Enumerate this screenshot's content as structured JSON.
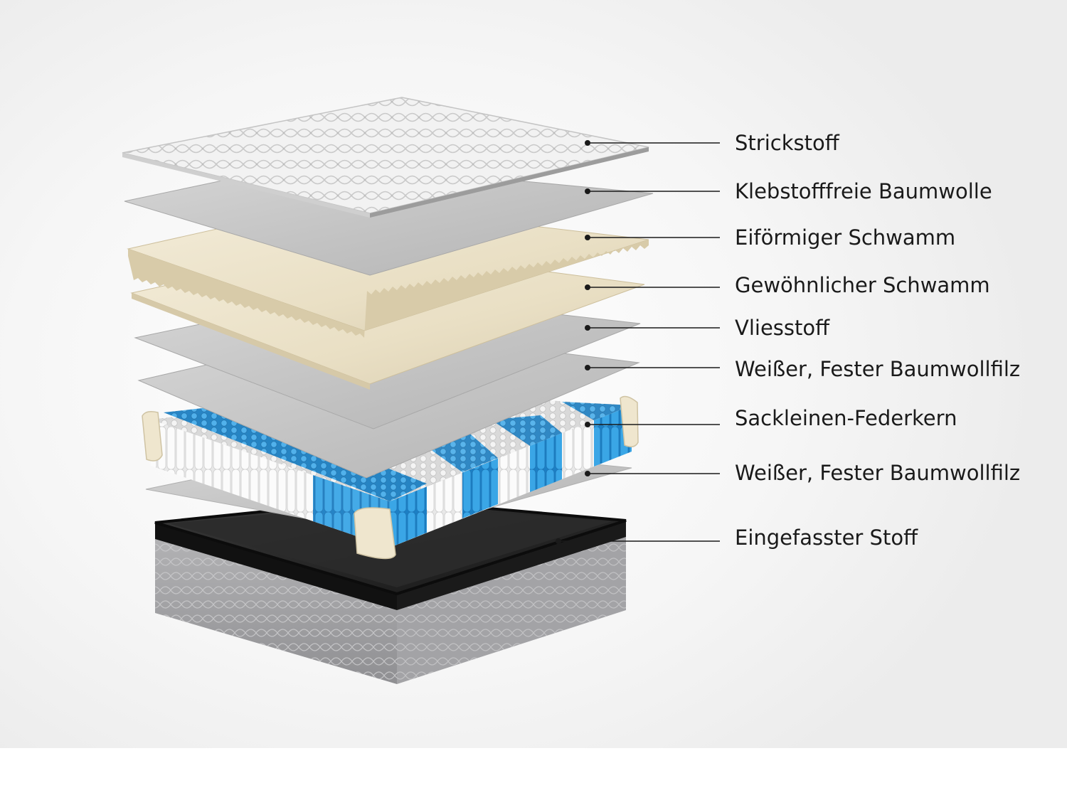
{
  "title": "",
  "layers": [
    {
      "name": "Strickstoff"
    },
    {
      "name": "Klebstofffreie Baumwolle"
    },
    {
      "name": "Eiförmiger Schwamm"
    },
    {
      "name": "Gewöhnlicher Schwamm"
    },
    {
      "name": "Vliesstoff"
    },
    {
      "name": "Weißer, Fester Baumwollfilz"
    },
    {
      "name": "Sackleinen-Federkern"
    },
    {
      "name": "Weißer, Fester Baumwollfilz"
    },
    {
      "name": "Eingefasster Stoff"
    }
  ],
  "colors": {
    "knit": "#f1f1f1",
    "gray_sheet": "#c9c9c9",
    "foam": "#ece4cf",
    "spring_blue": "#2f9fe0",
    "spring_white": "#f3f3f3",
    "base_dark": "#1b1b1b",
    "base_side": "#a9a9ab",
    "leader": "#1a1a1a"
  }
}
